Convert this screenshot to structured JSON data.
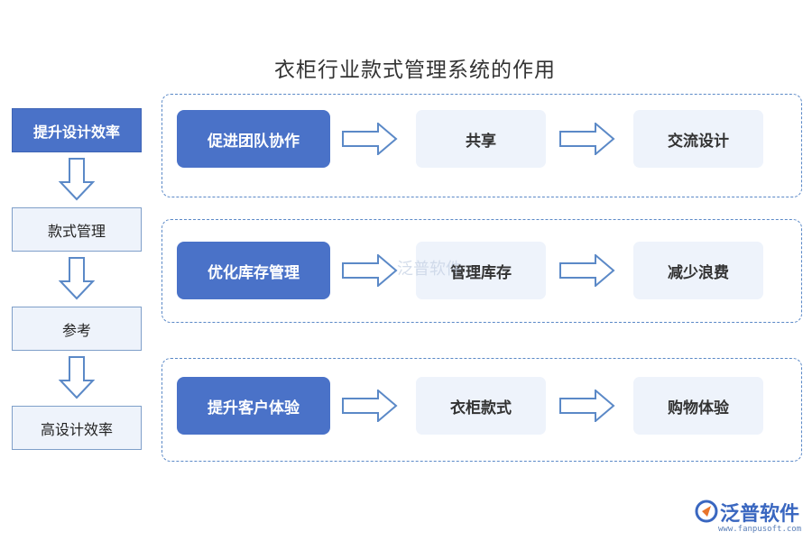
{
  "title": "衣柜行业款式管理系统的作用",
  "flow": [
    {
      "label": "提升设计效率"
    },
    {
      "label": "款式管理"
    },
    {
      "label": "参考"
    },
    {
      "label": "高设计效率"
    }
  ],
  "groups": [
    {
      "primary": "促进团队协作",
      "step1": "共享",
      "step2": "交流设计"
    },
    {
      "primary": "优化库存管理",
      "step1": "管理库存",
      "step2": "减少浪费"
    },
    {
      "primary": "提升客户体验",
      "step1": "衣柜款式",
      "step2": "购物体验"
    }
  ],
  "watermark": "泛普软件",
  "logo": {
    "name": "泛普软件",
    "url": "www.fanpusoft.com"
  },
  "colors": {
    "primary": "#4a72c8",
    "light": "#eef3fb",
    "border": "#5b89c7"
  }
}
